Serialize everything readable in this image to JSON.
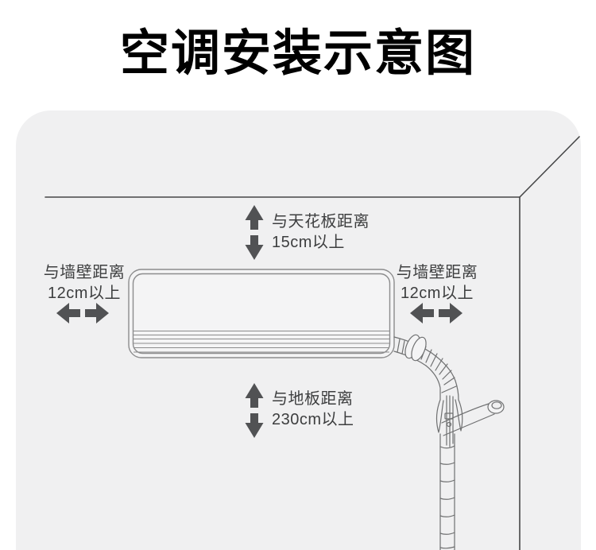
{
  "title": "空调安装示意图",
  "clearances": {
    "ceiling": {
      "line1": "与天花板距离",
      "line2": "15cm以上"
    },
    "wall_left": {
      "line1": "与墙壁距离",
      "line2": "12cm以上"
    },
    "wall_right": {
      "line1": "与墙壁距离",
      "line2": "12cm以上"
    },
    "floor": {
      "line1": "与地板距离",
      "line2": "230cm以上"
    }
  },
  "icons": {
    "ceiling_arrow": "vertical-double-arrow",
    "floor_arrow": "vertical-double-arrow",
    "wall_left_arrow": "horizontal-double-arrow",
    "wall_right_arrow": "horizontal-double-arrow"
  },
  "colors": {
    "page_bg": "#ffffff",
    "room_bg": "#f0f0f1",
    "title_text": "#000000",
    "label_text": "#3d3e3f",
    "arrow": "#515254",
    "room_line": "#454647",
    "unit_line": "#8c8c8d",
    "unit_fill": "#f4f4f5",
    "pipe_line": "#6f7071"
  }
}
